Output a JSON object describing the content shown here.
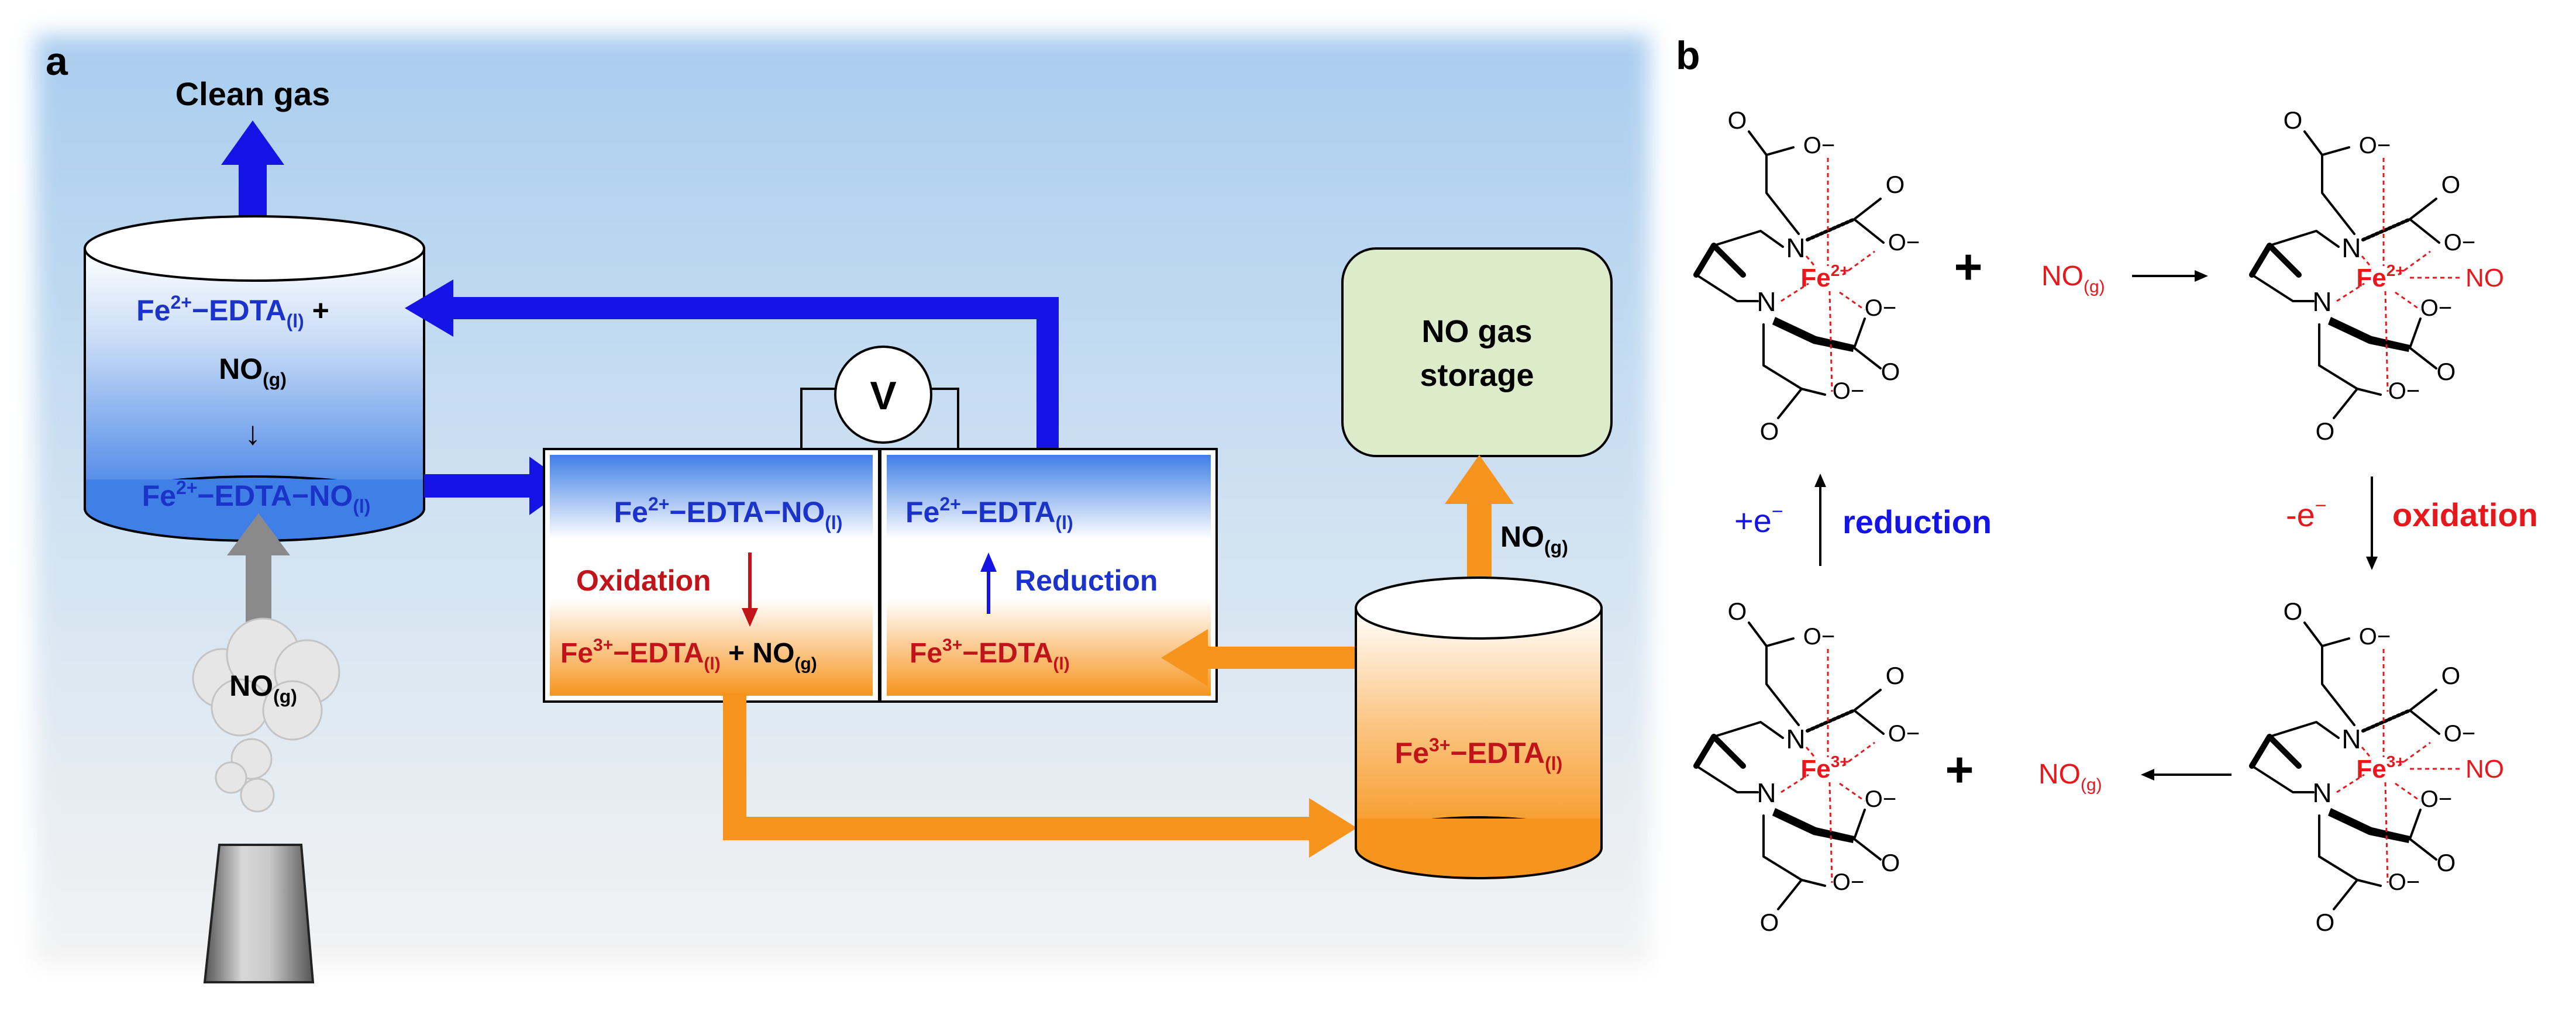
{
  "panel_a": {
    "label": "a",
    "clean_gas": "Clean gas",
    "absorber": {
      "line1_base": "Fe",
      "line1_sup": "2+",
      "line1_rest": "−EDTA",
      "line1_sub": "(l)",
      "line1_tail": " +",
      "line2_base": "NO",
      "line2_sub": "(g)",
      "arrow": "↓",
      "line3_base": "Fe",
      "line3_sup": "2+",
      "line3_rest": "−EDTA−NO",
      "line3_sub": "(l)"
    },
    "flue_gas": {
      "base": "NO",
      "sub": "(g)"
    },
    "voltmeter": "V",
    "anode": {
      "top_base": "Fe",
      "top_sup": "2+",
      "top_rest": "−EDTA−NO",
      "top_sub": "(l)",
      "process": "Oxidation",
      "bottom_base": "Fe",
      "bottom_sup": "3+",
      "bottom_rest": "−EDTA",
      "bottom_sub": "(l)",
      "bottom_plus": " + NO",
      "bottom_sub2": "(g)"
    },
    "cathode": {
      "top_base": "Fe",
      "top_sup": "2+",
      "top_rest": "−EDTA",
      "top_sub": "(l)",
      "process": "Reduction",
      "bottom_base": "Fe",
      "bottom_sup": "3+",
      "bottom_rest": "−EDTA",
      "bottom_sub": "(l)"
    },
    "storage": {
      "line1": "NO gas",
      "line2": "storage"
    },
    "storage_flow": {
      "base": "NO",
      "sub": "(g)"
    },
    "tank": {
      "base": "Fe",
      "sup": "3+",
      "rest": "−EDTA",
      "sub": "(l)"
    }
  },
  "panel_b": {
    "label": "b",
    "plus": "+",
    "no_top": {
      "base": "NO",
      "sub": "(g)"
    },
    "no_bottom": {
      "base": "NO",
      "sub": "(g)"
    },
    "left_charge": "+e",
    "left_charge_sup": "−",
    "left_process": "reduction",
    "right_charge": "-e",
    "right_charge_sup": "−",
    "right_process": "oxidation",
    "mol": {
      "fe_base": "Fe",
      "fe2": "2+",
      "fe3": "3+",
      "n": "N",
      "o": "O",
      "o_minus": "O−",
      "no_ligand": "NO"
    }
  },
  "colors": {
    "blue": "#1414e6",
    "orange": "#f7941d",
    "red": "#e8171c",
    "dark_red": "#c0141a",
    "gray": "#8a8a8a",
    "green": "#dcebc9",
    "text_blue": "#1b33c8"
  }
}
